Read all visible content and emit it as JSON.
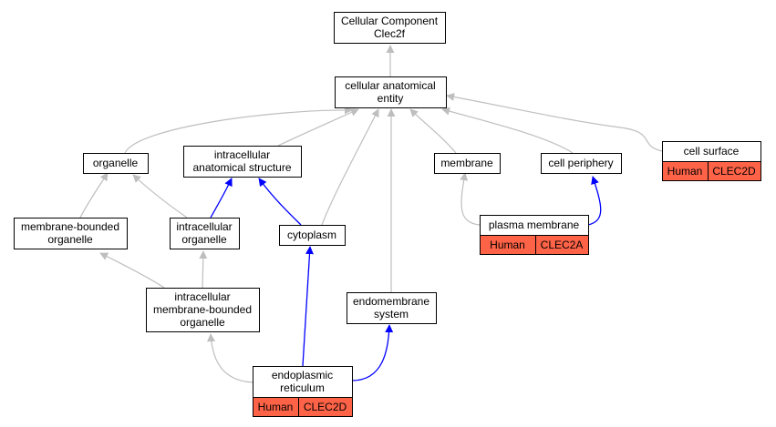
{
  "colors": {
    "is_a_edge": "#bebebe",
    "part_of_edge": "#0000ff",
    "annotation_fill": "#ff6347",
    "node_border": "#000000",
    "node_fill": "#ffffff"
  },
  "nodes": [
    {
      "id": "root",
      "label": "Cellular Component\nClec2f"
    },
    {
      "id": "cae",
      "label": "cellular anatomical\nentity"
    },
    {
      "id": "organelle",
      "label": "organelle"
    },
    {
      "id": "ias",
      "label": "intracellular\nanatomical structure"
    },
    {
      "id": "membrane",
      "label": "membrane"
    },
    {
      "id": "periphery",
      "label": "cell periphery"
    },
    {
      "id": "surface",
      "label": "cell surface",
      "annotation": [
        "Human",
        "CLEC2D"
      ]
    },
    {
      "id": "mbo",
      "label": "membrane-bounded\norganelle"
    },
    {
      "id": "io",
      "label": "intracellular\norganelle"
    },
    {
      "id": "cytoplasm",
      "label": "cytoplasm"
    },
    {
      "id": "pm",
      "label": "plasma membrane",
      "annotation": [
        "Human",
        "CLEC2A"
      ]
    },
    {
      "id": "imbo",
      "label": "intracellular\nmembrane-bounded\norganelle"
    },
    {
      "id": "endo",
      "label": "endomembrane\nsystem"
    },
    {
      "id": "er",
      "label": "endoplasmic\nreticulum",
      "annotation": [
        "Human",
        "CLEC2D"
      ]
    }
  ],
  "edges": [
    {
      "from": "cae",
      "to": "root",
      "type": "is_a"
    },
    {
      "from": "organelle",
      "to": "cae",
      "type": "is_a"
    },
    {
      "from": "ias",
      "to": "cae",
      "type": "is_a"
    },
    {
      "from": "cytoplasm",
      "to": "cae",
      "type": "is_a"
    },
    {
      "from": "endo",
      "to": "cae",
      "type": "is_a"
    },
    {
      "from": "membrane",
      "to": "cae",
      "type": "is_a"
    },
    {
      "from": "periphery",
      "to": "cae",
      "type": "is_a"
    },
    {
      "from": "surface",
      "to": "cae",
      "type": "is_a"
    },
    {
      "from": "mbo",
      "to": "organelle",
      "type": "is_a"
    },
    {
      "from": "io",
      "to": "organelle",
      "type": "is_a"
    },
    {
      "from": "io",
      "to": "ias",
      "type": "part_of"
    },
    {
      "from": "cytoplasm",
      "to": "ias",
      "type": "part_of"
    },
    {
      "from": "imbo",
      "to": "mbo",
      "type": "is_a"
    },
    {
      "from": "imbo",
      "to": "io",
      "type": "is_a"
    },
    {
      "from": "pm",
      "to": "membrane",
      "type": "is_a"
    },
    {
      "from": "pm",
      "to": "periphery",
      "type": "part_of"
    },
    {
      "from": "er",
      "to": "imbo",
      "type": "is_a"
    },
    {
      "from": "er",
      "to": "cytoplasm",
      "type": "part_of"
    },
    {
      "from": "er",
      "to": "endo",
      "type": "part_of"
    }
  ]
}
